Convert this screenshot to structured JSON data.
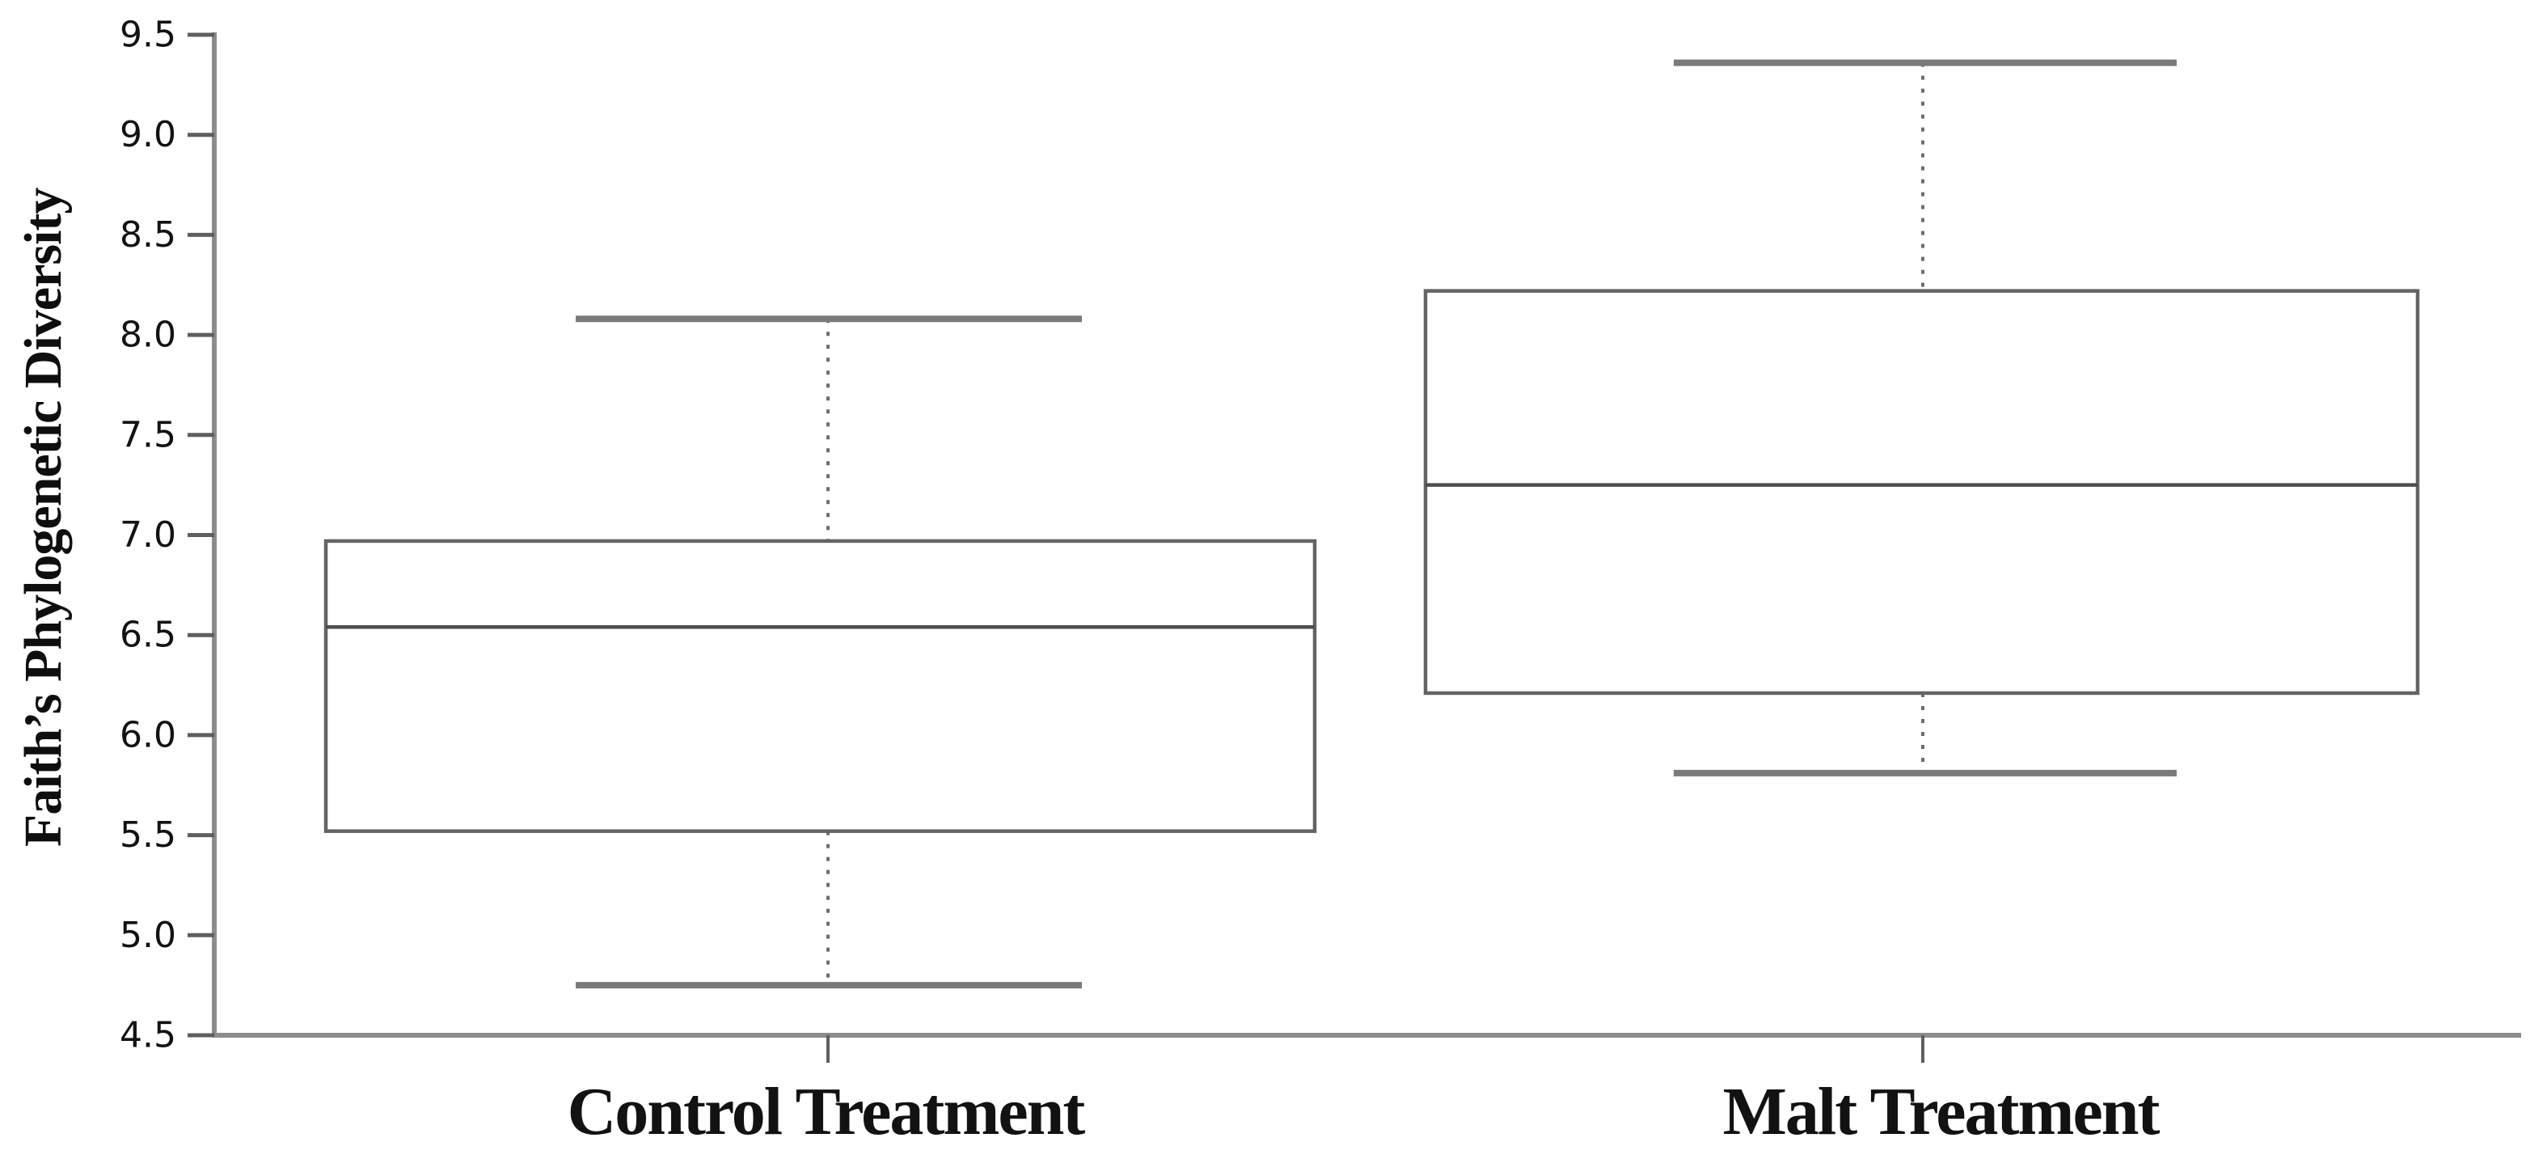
{
  "figure": {
    "background": "#ffffff"
  },
  "chart_data": {
    "type": "box",
    "title": "",
    "xlabel": "",
    "ylabel": "Faith’s Phylogenetic Diversity",
    "ylim": [
      4.5,
      9.5
    ],
    "ytick_step": 0.5,
    "ytick_labels": [
      "9.5",
      "9.0",
      "8.5",
      "8.0",
      "7.5",
      "7.0",
      "6.5",
      "6.0",
      "5.5",
      "5.0",
      "4.5"
    ],
    "categories": [
      "Control Treatment",
      "Malt Treatment"
    ],
    "series": [
      {
        "name": "Control Treatment",
        "whisker_low": 4.75,
        "q1": 5.52,
        "median": 6.54,
        "q3": 6.97,
        "whisker_high": 8.08
      },
      {
        "name": "Malt Treatment",
        "whisker_low": 5.81,
        "q1": 6.21,
        "median": 7.25,
        "q3": 8.22,
        "whisker_high": 9.36
      }
    ],
    "grid": false,
    "legend": "none",
    "orientation": "vertical",
    "box_fill": "#ffffff",
    "whisker_style": "dotted",
    "layout": {
      "axis_x": 265,
      "y_top": 43,
      "y_bottom": 1280,
      "x_right": 3118,
      "tick_len": 33,
      "cat_tick_len": 34,
      "tick_font": 44,
      "cat_font": 84,
      "cat_label_baseline": 1402,
      "series_geometry": [
        {
          "center": 1024,
          "box_left": 403,
          "box_right": 1626,
          "cap_left": 712,
          "cap_right": 1338,
          "label_x": 1021
        },
        {
          "center": 2378,
          "box_left": 1763,
          "box_right": 2990,
          "cap_left": 2070,
          "cap_right": 2692,
          "label_x": 2400
        }
      ]
    }
  },
  "style": {
    "text_color": "#121212",
    "axis_color": "#8c8c8c",
    "tick_color": "#5f5f5f",
    "box_stroke": "#646464",
    "median_stroke": "#4e4e4e",
    "cap_stroke": "#7a7a7a",
    "whisker_stroke": "#6e6e6e"
  }
}
